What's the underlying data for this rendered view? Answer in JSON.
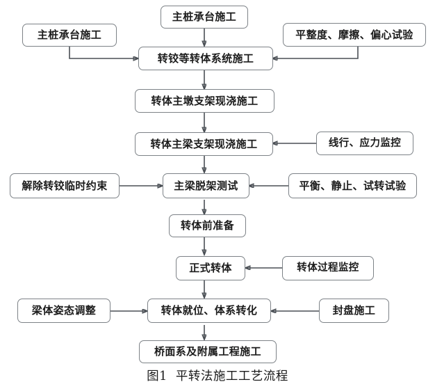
{
  "figure": {
    "caption": "图1  平转法施工工艺流程",
    "caption_number": "图1",
    "caption_title": "平转法施工工艺流程"
  },
  "colors": {
    "node_border": "#7d8287",
    "node_fill": "#ffffff",
    "connector": "#4a4f55",
    "text": "#1b1b1b",
    "background": "#ffffff"
  },
  "chart_data": {
    "type": "flowchart",
    "title": "图1  平转法施工工艺流程",
    "orientation": "top-to-bottom",
    "main_flow": [
      "转铰等转体系统施工",
      "转体主墩支架现浇施工",
      "转体主梁支架现浇施工",
      "主梁脱架测试",
      "转体前准备",
      "正式转体",
      "转体就位、体系转化",
      "桥面系及附属工程施工"
    ],
    "side_inputs": [
      {
        "from": "主桩承台施工",
        "to": "转铰等转体系统施工",
        "side": "left"
      },
      {
        "from": "主桩承台施工",
        "to": "转铰等转体系统施工",
        "side": "top"
      },
      {
        "from": "平整度、摩擦、偏心试验",
        "to": "转铰等转体系统施工",
        "side": "right"
      },
      {
        "from": "线行、应力监控",
        "to": "转体主梁支架现浇施工",
        "side": "right"
      },
      {
        "from": "解除转铰临时约束",
        "to": "主梁脱架测试",
        "side": "left"
      },
      {
        "from": "平衡、静止、试转试验",
        "to": "主梁脱架测试",
        "side": "right"
      },
      {
        "from": "转体过程监控",
        "to": "正式转体",
        "side": "right"
      },
      {
        "from": "梁体姿态调整",
        "to": "转体就位、体系转化",
        "side": "left"
      },
      {
        "from": "封盘施工",
        "to": "转体就位、体系转化",
        "side": "right"
      }
    ]
  },
  "nodes": {
    "pile_cap_left": {
      "label": "主桩承台施工"
    },
    "pile_cap_top": {
      "label": "主桩承台施工"
    },
    "flatness_test": {
      "label": "平整度、摩擦、偏心试验"
    },
    "hinge_system": {
      "label": "转铰等转体系统施工"
    },
    "pier_bracket": {
      "label": "转体主墩支架现浇施工"
    },
    "girder_bracket": {
      "label": "转体主梁支架现浇施工"
    },
    "line_stress_monitor": {
      "label": "线行、应力监控"
    },
    "release_hinge": {
      "label": "解除转铰临时约束"
    },
    "girder_destress_test": {
      "label": "主梁脱架测试"
    },
    "balance_test": {
      "label": "平衡、静止、试转试验"
    },
    "pre_rotation_prep": {
      "label": "转体前准备"
    },
    "formal_rotation": {
      "label": "正式转体"
    },
    "rotation_monitor": {
      "label": "转体过程监控"
    },
    "beam_attitude_adjust": {
      "label": "梁体姿态调整"
    },
    "in_place_conversion": {
      "label": "转体就位、体系转化"
    },
    "sealing_construction": {
      "label": "封盘施工"
    },
    "deck_and_accessory": {
      "label": "桥面系及附属工程施工"
    }
  }
}
